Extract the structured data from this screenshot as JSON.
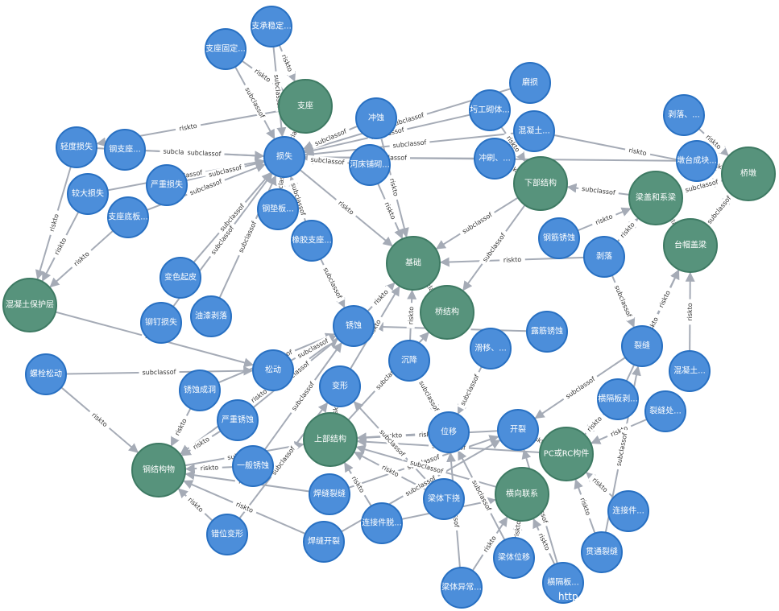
{
  "nodes": [
    {
      "id": "n1",
      "label": "支承稳定...",
      "type": "sub"
    },
    {
      "id": "n2",
      "label": "支座固定...",
      "type": "sub"
    },
    {
      "id": "n3",
      "label": "支座",
      "type": "main"
    },
    {
      "id": "n4",
      "label": "冲蚀",
      "type": "sub"
    },
    {
      "id": "n5",
      "label": "磨损",
      "type": "sub"
    },
    {
      "id": "n6",
      "label": "圬工砌体...",
      "type": "sub"
    },
    {
      "id": "n7",
      "label": "混凝土...",
      "type": "sub"
    },
    {
      "id": "n8",
      "label": "剥落、...",
      "type": "sub"
    },
    {
      "id": "n9",
      "label": "轻度损失",
      "type": "sub"
    },
    {
      "id": "n10",
      "label": "钢支座...",
      "type": "sub"
    },
    {
      "id": "n11",
      "label": "损失",
      "type": "sub"
    },
    {
      "id": "n12",
      "label": "河床铺砌...",
      "type": "sub"
    },
    {
      "id": "n13",
      "label": "冲刷、...",
      "type": "sub"
    },
    {
      "id": "n14",
      "label": "墩台成块...",
      "type": "sub"
    },
    {
      "id": "n15",
      "label": "桥墩",
      "type": "main"
    },
    {
      "id": "n16",
      "label": "较大损失",
      "type": "sub"
    },
    {
      "id": "n17",
      "label": "严重损失",
      "type": "sub"
    },
    {
      "id": "n18",
      "label": "支座底板...",
      "type": "sub"
    },
    {
      "id": "n19",
      "label": "钢垫板...",
      "type": "sub"
    },
    {
      "id": "n20",
      "label": "下部结构",
      "type": "main"
    },
    {
      "id": "n21",
      "label": "梁盖和系梁",
      "type": "main"
    },
    {
      "id": "n22",
      "label": "橡胶支座...",
      "type": "sub"
    },
    {
      "id": "n23",
      "label": "钢筋锈蚀",
      "type": "sub"
    },
    {
      "id": "n24",
      "label": "台帽盖梁",
      "type": "main"
    },
    {
      "id": "n25",
      "label": "基础",
      "type": "main"
    },
    {
      "id": "n26",
      "label": "剥落",
      "type": "sub"
    },
    {
      "id": "n27",
      "label": "变色起皮",
      "type": "sub"
    },
    {
      "id": "n28",
      "label": "混凝土保护层",
      "type": "main"
    },
    {
      "id": "n29",
      "label": "铆钉损失",
      "type": "sub"
    },
    {
      "id": "n30",
      "label": "油漆剥落",
      "type": "sub"
    },
    {
      "id": "n31",
      "label": "锈蚀",
      "type": "sub"
    },
    {
      "id": "n32",
      "label": "桥结构",
      "type": "main"
    },
    {
      "id": "n33",
      "label": "露筋锈蚀",
      "type": "sub"
    },
    {
      "id": "n34",
      "label": "滑移、...",
      "type": "sub"
    },
    {
      "id": "n35",
      "label": "沉降",
      "type": "sub"
    },
    {
      "id": "n36",
      "label": "裂缝",
      "type": "sub"
    },
    {
      "id": "n37",
      "label": "混凝土...",
      "type": "sub"
    },
    {
      "id": "n38",
      "label": "螺栓松动",
      "type": "sub"
    },
    {
      "id": "n39",
      "label": "松动",
      "type": "sub"
    },
    {
      "id": "n40",
      "label": "锈蚀成洞",
      "type": "sub"
    },
    {
      "id": "n41",
      "label": "变形",
      "type": "sub"
    },
    {
      "id": "n42",
      "label": "横隔板剥...",
      "type": "sub"
    },
    {
      "id": "n43",
      "label": "裂缝处...",
      "type": "sub"
    },
    {
      "id": "n44",
      "label": "严重锈蚀",
      "type": "sub"
    },
    {
      "id": "n45",
      "label": "位移",
      "type": "sub"
    },
    {
      "id": "n46",
      "label": "开裂",
      "type": "sub"
    },
    {
      "id": "n47",
      "label": "上部结构",
      "type": "main"
    },
    {
      "id": "n48",
      "label": "PC或RC构件",
      "type": "main"
    },
    {
      "id": "n49",
      "label": "钢结构物",
      "type": "main"
    },
    {
      "id": "n50",
      "label": "一般锈蚀",
      "type": "sub"
    },
    {
      "id": "n51",
      "label": "焊缝裂缝",
      "type": "sub"
    },
    {
      "id": "n52",
      "label": "梁体下挠",
      "type": "sub"
    },
    {
      "id": "n53",
      "label": "横向联系",
      "type": "main"
    },
    {
      "id": "n54",
      "label": "连接件...",
      "type": "sub"
    },
    {
      "id": "n55",
      "label": "连接件脱...",
      "type": "sub"
    },
    {
      "id": "n56",
      "label": "错位变形",
      "type": "sub"
    },
    {
      "id": "n57",
      "label": "焊缝开裂",
      "type": "sub"
    },
    {
      "id": "n58",
      "label": "贯通裂缝",
      "type": "sub"
    },
    {
      "id": "n59",
      "label": "梁体位移",
      "type": "sub"
    },
    {
      "id": "n60",
      "label": "梁体异常...",
      "type": "sub"
    },
    {
      "id": "n61",
      "label": "横隔板...",
      "type": "sub"
    }
  ],
  "edges": [
    {
      "from": "n1",
      "to": "n3",
      "label": "riskto"
    },
    {
      "from": "n1",
      "to": "n11",
      "label": "subclassof"
    },
    {
      "from": "n2",
      "to": "n3",
      "label": "riskto"
    },
    {
      "from": "n2",
      "to": "n11",
      "label": "subclassof"
    },
    {
      "from": "n3",
      "to": "n9",
      "label": "riskto"
    },
    {
      "from": "n11",
      "to": "n3",
      "label": "subclassof"
    },
    {
      "from": "n4",
      "to": "n11",
      "label": "subclassof"
    },
    {
      "from": "n4",
      "to": "n25",
      "label": "riskto"
    },
    {
      "from": "n5",
      "to": "n11",
      "label": "subclassof"
    },
    {
      "from": "n6",
      "to": "n11",
      "label": "subclassof"
    },
    {
      "from": "n6",
      "to": "n20",
      "label": "riskto"
    },
    {
      "from": "n7",
      "to": "n11",
      "label": "subclassof"
    },
    {
      "from": "n7",
      "to": "n15",
      "label": "riskto"
    },
    {
      "from": "n8",
      "to": "n15",
      "label": "riskto"
    },
    {
      "from": "n14",
      "to": "n15",
      "label": "riskto"
    },
    {
      "from": "n14",
      "to": "n11",
      "label": "riskto"
    },
    {
      "from": "n9",
      "to": "n11",
      "label": "subclassof"
    },
    {
      "from": "n9",
      "to": "n28",
      "label": "riskto"
    },
    {
      "from": "n10",
      "to": "n11",
      "label": "subclassof"
    },
    {
      "from": "n16",
      "to": "n11",
      "label": "subclassof"
    },
    {
      "from": "n16",
      "to": "n28",
      "label": "riskto"
    },
    {
      "from": "n17",
      "to": "n11",
      "label": "subclassof"
    },
    {
      "from": "n18",
      "to": "n11",
      "label": "subclassof"
    },
    {
      "from": "n18",
      "to": "n28",
      "label": "riskto"
    },
    {
      "from": "n12",
      "to": "n11",
      "label": "subclassof"
    },
    {
      "from": "n12",
      "to": "n25",
      "label": "riskto"
    },
    {
      "from": "n13",
      "to": "n20",
      "label": "riskto"
    },
    {
      "from": "n13",
      "to": "n11",
      "label": "subclassof"
    },
    {
      "from": "n11",
      "to": "n25",
      "label": "riskto"
    },
    {
      "from": "n19",
      "to": "n11",
      "label": "subclassof"
    },
    {
      "from": "n22",
      "to": "n11",
      "label": "subclassof"
    },
    {
      "from": "n22",
      "to": "n31",
      "label": "subclassof"
    },
    {
      "from": "n27",
      "to": "n11",
      "label": "subclassof"
    },
    {
      "from": "n29",
      "to": "n11",
      "label": "subclassof"
    },
    {
      "from": "n30",
      "to": "n11",
      "label": "subclassof"
    },
    {
      "from": "n21",
      "to": "n20",
      "label": "subclassof"
    },
    {
      "from": "n21",
      "to": "n15",
      "label": "subclassof"
    },
    {
      "from": "n24",
      "to": "n21",
      "label": "subclassof"
    },
    {
      "from": "n24",
      "to": "n15",
      "label": "subclassof"
    },
    {
      "from": "n20",
      "to": "n25",
      "label": "subclassof"
    },
    {
      "from": "n20",
      "to": "n32",
      "label": "subclassof"
    },
    {
      "from": "n23",
      "to": "n21",
      "label": "riskto"
    },
    {
      "from": "n26",
      "to": "n25",
      "label": "riskto"
    },
    {
      "from": "n26",
      "to": "n21",
      "label": "riskto"
    },
    {
      "from": "n26",
      "to": "n36",
      "label": "subclassof"
    },
    {
      "from": "n31",
      "to": "n25",
      "label": "riskto"
    },
    {
      "from": "n31",
      "to": "n49",
      "label": "riskto"
    },
    {
      "from": "n33",
      "to": "n31",
      "label": "subclassof"
    },
    {
      "from": "n32",
      "to": "n25",
      "label": "subclassof"
    },
    {
      "from": "n47",
      "to": "n32",
      "label": "subclassof"
    },
    {
      "from": "n34",
      "to": "n45",
      "label": "subclassof"
    },
    {
      "from": "n35",
      "to": "n45",
      "label": "subclassof"
    },
    {
      "from": "n35",
      "to": "n25",
      "label": "riskto"
    },
    {
      "from": "n36",
      "to": "n24",
      "label": "riskto"
    },
    {
      "from": "n36",
      "to": "n46",
      "label": "subclassof"
    },
    {
      "from": "n37",
      "to": "n24",
      "label": "riskto"
    },
    {
      "from": "n38",
      "to": "n39",
      "label": "subclassof"
    },
    {
      "from": "n38",
      "to": "n49",
      "label": "riskto"
    },
    {
      "from": "n40",
      "to": "n31",
      "label": "subclassof"
    },
    {
      "from": "n40",
      "to": "n49",
      "label": "riskto"
    },
    {
      "from": "n41",
      "to": "n25",
      "label": "riskto"
    },
    {
      "from": "n41",
      "to": "n47",
      "label": "riskto"
    },
    {
      "from": "n42",
      "to": "n24",
      "label": "riskto"
    },
    {
      "from": "n42",
      "to": "n48",
      "label": "riskto"
    },
    {
      "from": "n43",
      "to": "n48",
      "label": "riskto"
    },
    {
      "from": "n44",
      "to": "n31",
      "label": "subclassof"
    },
    {
      "from": "n44",
      "to": "n49",
      "label": "riskto"
    },
    {
      "from": "n45",
      "to": "n47",
      "label": "riskto"
    },
    {
      "from": "n46",
      "to": "n48",
      "label": "riskto"
    },
    {
      "from": "n46",
      "to": "n47",
      "label": "riskto"
    },
    {
      "from": "n50",
      "to": "n31",
      "label": "subclassof"
    },
    {
      "from": "n50",
      "to": "n49",
      "label": "riskto"
    },
    {
      "from": "n51",
      "to": "n46",
      "label": "subclassof"
    },
    {
      "from": "n51",
      "to": "n49",
      "label": "riskto"
    },
    {
      "from": "n52",
      "to": "n47",
      "label": "riskto"
    },
    {
      "from": "n52",
      "to": "n41",
      "label": "subclassof"
    },
    {
      "from": "n53",
      "to": "n47",
      "label": "subclassof"
    },
    {
      "from": "n55",
      "to": "n47",
      "label": "riskto"
    },
    {
      "from": "n55",
      "to": "n53",
      "label": "riskto"
    },
    {
      "from": "n54",
      "to": "n48",
      "label": "riskto"
    },
    {
      "from": "n56",
      "to": "n49",
      "label": "riskto"
    },
    {
      "from": "n56",
      "to": "n41",
      "label": "subclassof"
    },
    {
      "from": "n57",
      "to": "n49",
      "label": "riskto"
    },
    {
      "from": "n57",
      "to": "n46",
      "label": "subclassof"
    },
    {
      "from": "n58",
      "to": "n48",
      "label": "riskto"
    },
    {
      "from": "n58",
      "to": "n36",
      "label": "subclassof"
    },
    {
      "from": "n59",
      "to": "n45",
      "label": "subclassof"
    },
    {
      "from": "n59",
      "to": "n53",
      "label": "riskto"
    },
    {
      "from": "n60",
      "to": "n45",
      "label": "subclassof"
    },
    {
      "from": "n60",
      "to": "n53",
      "label": "riskto"
    },
    {
      "from": "n61",
      "to": "n53",
      "label": "riskto"
    },
    {
      "from": "n61",
      "to": "n46",
      "label": "subclassof"
    },
    {
      "from": "n48",
      "to": "n47",
      "label": "subclassof"
    },
    {
      "from": "n28",
      "to": "n39",
      "label": "riskto"
    },
    {
      "from": "n49",
      "to": "n47",
      "label": "subclassof"
    },
    {
      "from": "n39",
      "to": "n31",
      "label": "subclassof"
    }
  ],
  "watermark": "http"
}
